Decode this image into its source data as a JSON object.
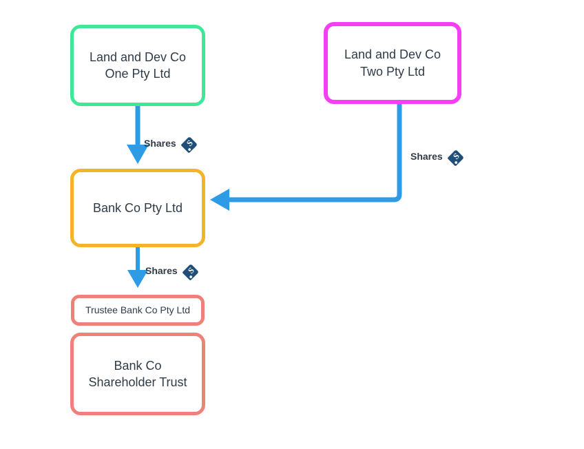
{
  "diagram": {
    "type": "org-structure-flowchart",
    "background_color": "#ffffff",
    "text_color": "#2f3b47",
    "nodes": [
      {
        "id": "land-one",
        "label": "Land and Dev Co\nOne Pty Ltd",
        "border_color": "#3fe896",
        "fill_color": "#ffffff",
        "shape": "rounded-rectangle"
      },
      {
        "id": "land-two",
        "label": "Land and Dev Co\nTwo Pty Ltd",
        "border_color": "#f63ef6",
        "fill_color": "#ffffff",
        "shape": "rounded-rectangle"
      },
      {
        "id": "bank-co",
        "label": "Bank Co Pty Ltd",
        "border_color": "#f5b32a",
        "fill_color": "#ffffff",
        "shape": "rounded-rectangle"
      },
      {
        "id": "trustee",
        "label": "Trustee Bank Co Pty Ltd",
        "border_color": "#ee8278",
        "fill_color": "#ffffff",
        "shape": "rounded-rectangle"
      },
      {
        "id": "trust",
        "label": "Bank Co\nShareholder Trust",
        "border_color": "#ee8278",
        "fill_color": "#ffffff",
        "shape": "rounded-rectangle"
      }
    ],
    "edges": [
      {
        "id": "edge-1",
        "from": "land-one",
        "to": "bank-co",
        "label": "Shares",
        "icon": "price-tag-icon",
        "color": "#2e9be6"
      },
      {
        "id": "edge-2",
        "from": "land-two",
        "to": "bank-co",
        "label": "Shares",
        "icon": "price-tag-icon",
        "color": "#2e9be6"
      },
      {
        "id": "edge-3",
        "from": "bank-co",
        "to": "trustee",
        "label": "Shares",
        "icon": "price-tag-icon",
        "color": "#2e9be6"
      }
    ],
    "colors": {
      "edge": "#2e9be6",
      "tag_icon": "#1f4e79",
      "green": "#3fe896",
      "magenta": "#f63ef6",
      "amber": "#f5b32a",
      "salmon": "#ee8278"
    }
  }
}
